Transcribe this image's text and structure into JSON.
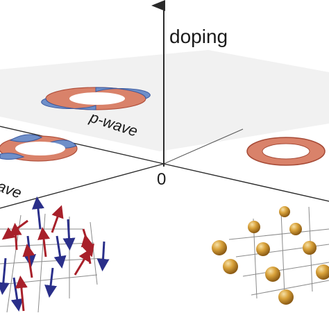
{
  "axis_labels": {
    "vertical": "doping",
    "origin": "0",
    "left_fragment": "ave"
  },
  "plane_labels": {
    "upper": "p-wave"
  },
  "colors": {
    "plane": "#eeeeee",
    "axis": "#2a2a2a",
    "grid": "#8a8a8a",
    "lobe_red": "#d9826a",
    "lobe_red_stroke": "#b0503c",
    "lobe_blue": "#6f8fc9",
    "lobe_blue_stroke": "#3b5aa0",
    "ring": "#d9826a",
    "ring_stroke": "#a64a36",
    "arrow_red": "#a8202a",
    "arrow_blue": "#2a2f8a",
    "sphere": "#c98f2a"
  },
  "icons": {
    "p_wave_gap": "two-lobe-order-parameter-icon",
    "d_wave_gap": "four-lobe-order-parameter-icon",
    "s_wave_gap": "ring-order-parameter-icon",
    "spin_lattice": "spin-arrow-lattice-icon",
    "charge_lattice": "sphere-lattice-icon"
  }
}
